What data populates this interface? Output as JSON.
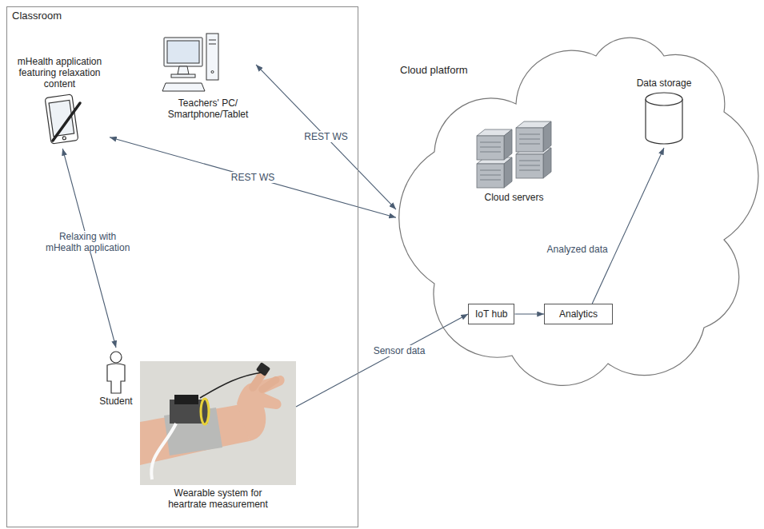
{
  "diagram": {
    "nodes": [
      {
        "text": [
          "Classroom"
        ]
      },
      {
        "text": [
          "Teachers' PC/ Smartphone/Tablet"
        ],
        "in": 0
      },
      {
        "text": [
          "mHealth application featuring relaxation content"
        ],
        "in": 0
      },
      {
        "text": [
          "Student"
        ],
        "in": 0
      },
      {
        "text": [
          "Wearable system for heartrate measurement"
        ],
        "in": 0
      },
      {
        "text": [
          "Cloud platform"
        ]
      },
      {
        "text": [
          "Cloud servers"
        ],
        "in": 5
      },
      {
        "text": [
          "Data storage"
        ],
        "in": 5
      },
      {
        "text": [
          "IoT hub"
        ],
        "in": 5
      },
      {
        "text": [
          "Analytics"
        ],
        "in": 5
      }
    ],
    "edges": [
      {
        "from": 1,
        "to": 5,
        "label": "REST WS",
        "arrow": "both"
      },
      {
        "from": 2,
        "to": 5,
        "label": "REST WS",
        "arrow": "both"
      },
      {
        "from": 2,
        "to": 3,
        "label": "Relaxing with mHealth application",
        "arrow": "both"
      },
      {
        "from": 4,
        "to": 8,
        "label": "Sensor data",
        "arrow": "to"
      },
      {
        "from": 8,
        "to": 9,
        "arrow": "to"
      },
      {
        "from": 9,
        "to": 7,
        "label": "Analyzed data",
        "arrow": "to"
      }
    ]
  }
}
